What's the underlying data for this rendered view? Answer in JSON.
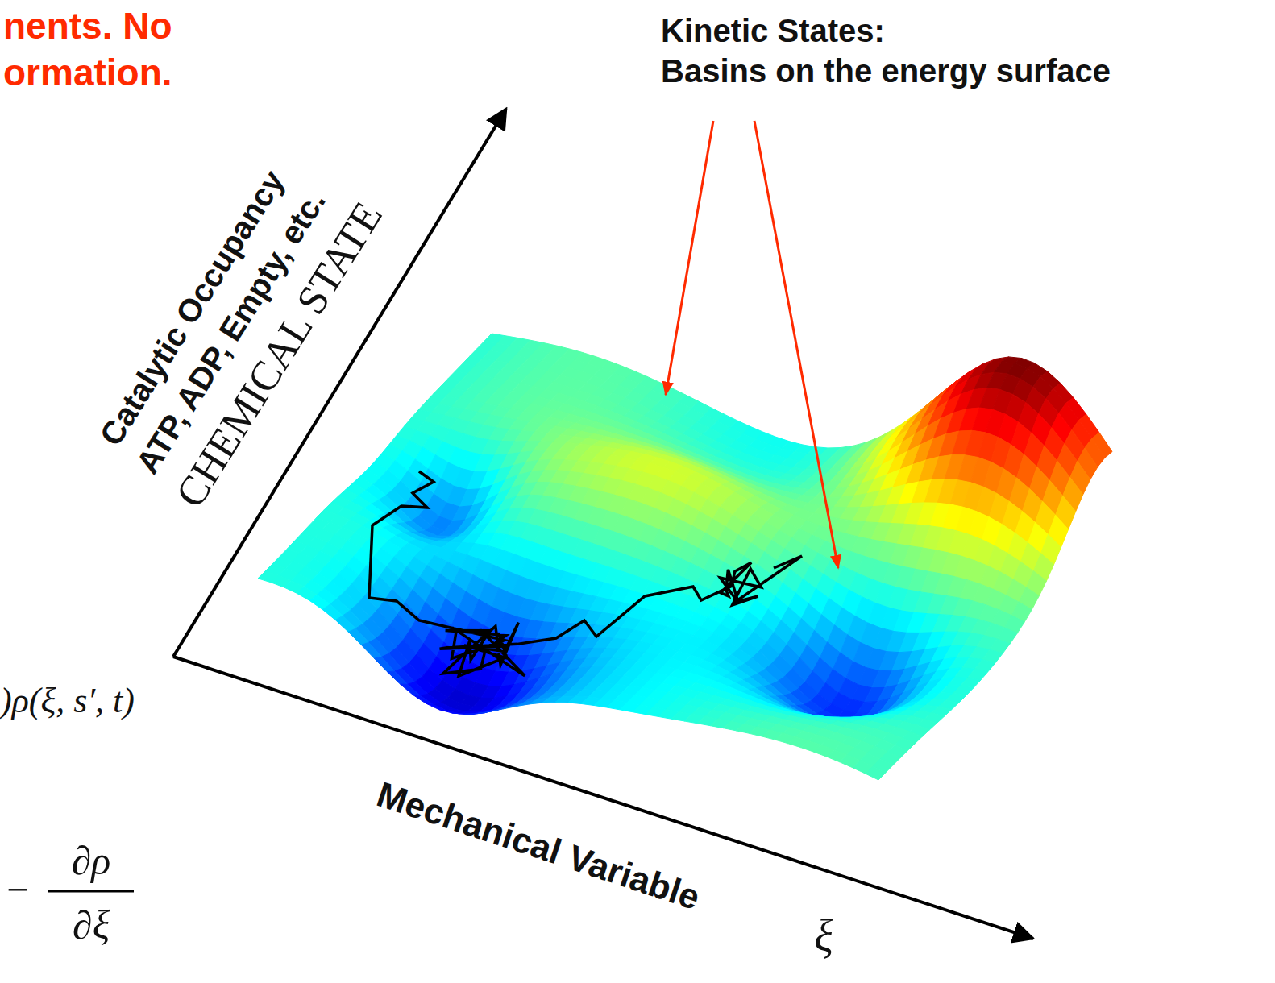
{
  "diagram": {
    "labels": [
      "nents. No",
      "ormation.",
      "Kinetic States:",
      "Basins on the energy surface",
      "Catalytic Occupancy",
      "ATP, ADP, Empty, etc.",
      "CHEMICAL STATE",
      "Mechanical Variable",
      "ξ",
      ")ρ(ξ, s′, t)",
      "−",
      "∂ρ",
      "∂ξ"
    ]
  }
}
